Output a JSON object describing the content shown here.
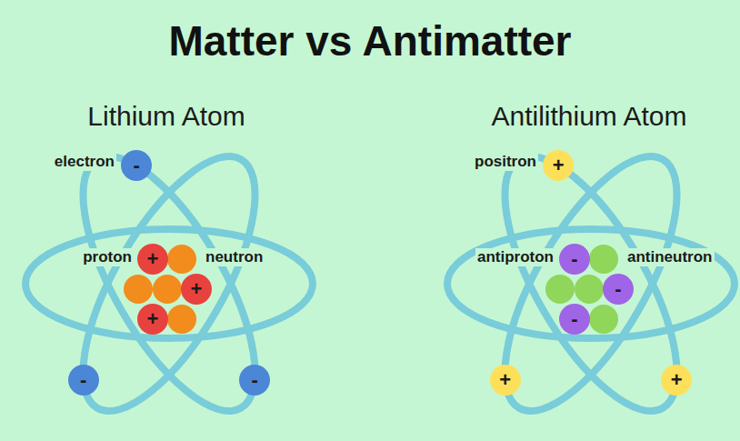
{
  "diagram": {
    "title": "Matter vs Antimatter",
    "nodes": [
      {
        "text": [
          "-"
        ]
      },
      {
        "text": [
          "+"
        ]
      },
      {
        "text": [
          "+"
        ]
      },
      {
        "text": [
          "+"
        ]
      },
      {
        "text": [
          "-"
        ]
      },
      {
        "text": [
          "-"
        ]
      },
      {
        "text": [
          "+"
        ]
      },
      {
        "text": [
          "-"
        ]
      },
      {
        "text": [
          "-"
        ]
      },
      {
        "text": [
          "-"
        ]
      },
      {
        "text": [
          "+"
        ]
      },
      {
        "text": [
          "+"
        ]
      }
    ],
    "labels": [
      "Lithium Atom",
      "electron",
      "proton",
      "neutron",
      "Antilithium Atom",
      "positron",
      "antiproton",
      "antineutron"
    ]
  }
}
